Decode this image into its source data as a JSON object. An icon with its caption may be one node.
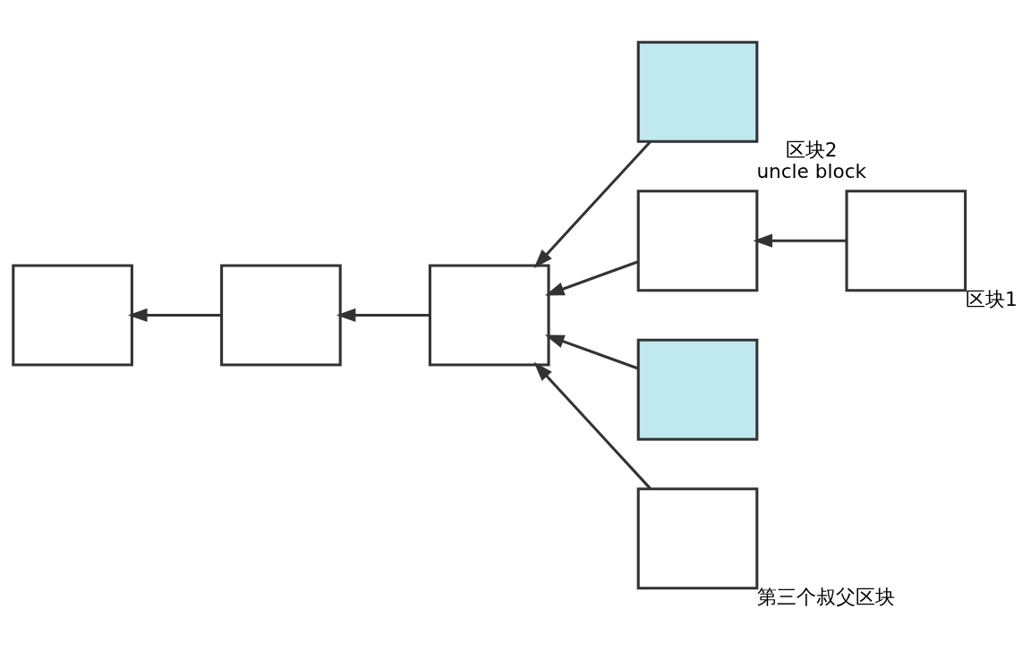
{
  "diagram": {
    "nodes": [
      {
        "text": [],
        "shape": "box"
      },
      {
        "text": [],
        "shape": "box"
      },
      {
        "text": [],
        "shape": "box"
      },
      {
        "text": [],
        "shape": "box",
        "beside": [
          "区块2",
          "uncle block"
        ]
      },
      {
        "text": [],
        "shape": "box"
      },
      {
        "text": [],
        "shape": "box",
        "beside": [
          "区块1"
        ]
      },
      {
        "text": [],
        "shape": "box"
      },
      {
        "text": [],
        "shape": "box",
        "beside": [
          "第三个叔父区块"
        ]
      }
    ],
    "edges": [
      {
        "from": 1,
        "to": 0,
        "arrow": "to"
      },
      {
        "from": 2,
        "to": 1,
        "arrow": "to"
      },
      {
        "from": 3,
        "to": 2,
        "arrow": "to"
      },
      {
        "from": 4,
        "to": 2,
        "arrow": "to"
      },
      {
        "from": 5,
        "to": 4,
        "arrow": "to"
      },
      {
        "from": 6,
        "to": 2,
        "arrow": "to"
      },
      {
        "from": 7,
        "to": 2,
        "arrow": "to"
      }
    ]
  }
}
